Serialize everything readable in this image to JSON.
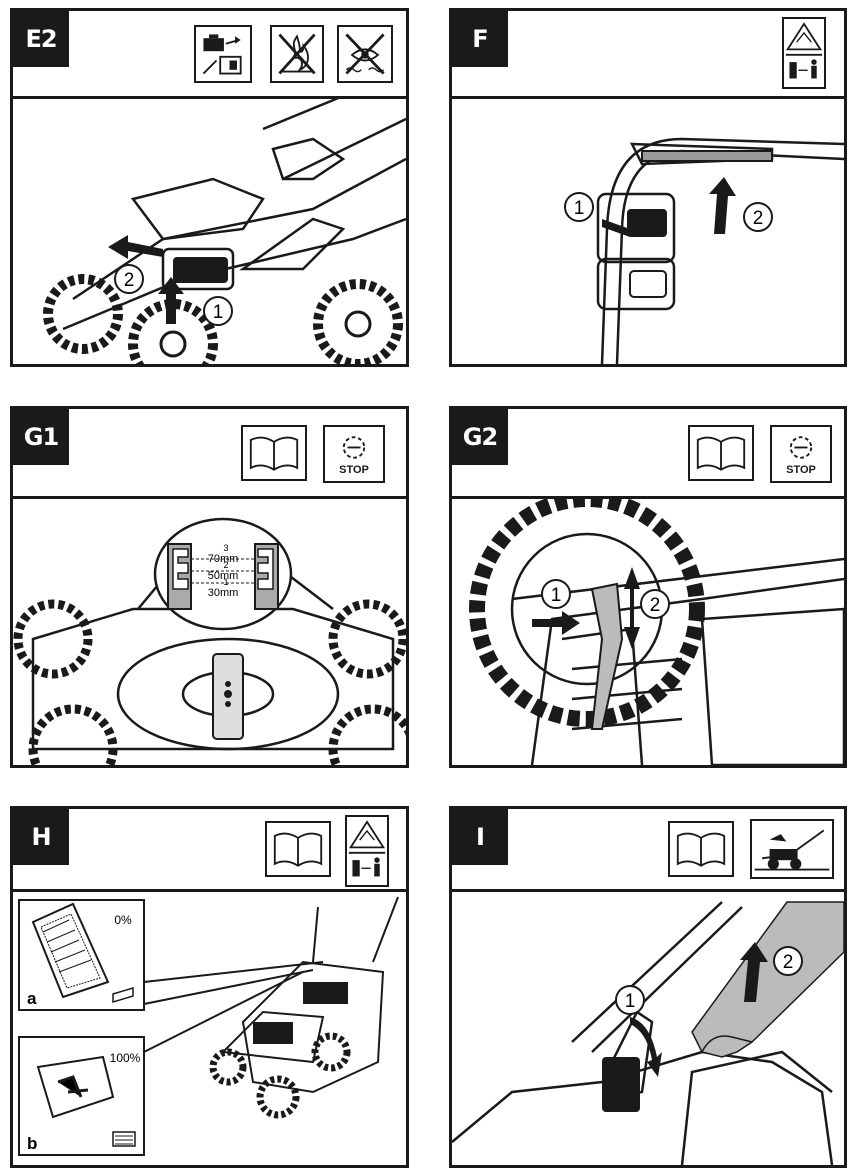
{
  "panels": {
    "e2": {
      "tag": "E2",
      "callouts": [
        "1",
        "2"
      ]
    },
    "f": {
      "tag": "F",
      "callouts": [
        "1",
        "2"
      ]
    },
    "g1": {
      "tag": "G1",
      "stop_label": "STOP",
      "levels": [
        {
          "num": "3",
          "value": "70mm"
        },
        {
          "num": "2",
          "value": "50mm"
        },
        {
          "num": "1",
          "value": "30mm"
        }
      ]
    },
    "g2": {
      "tag": "G2",
      "stop_label": "STOP",
      "callouts": [
        "1",
        "2"
      ]
    },
    "h": {
      "tag": "H",
      "inset_a": {
        "label": "a",
        "percent": "0%"
      },
      "inset_b": {
        "label": "b",
        "percent": "100%"
      }
    },
    "i": {
      "tag": "I",
      "callouts": [
        "1",
        "2"
      ]
    }
  },
  "icons": [
    "battery-removal-icon",
    "no-fire-icon",
    "no-water-icon",
    "warning-blade-icon",
    "manual-book-icon",
    "stop-blade-icon",
    "mower-empty-icon"
  ]
}
